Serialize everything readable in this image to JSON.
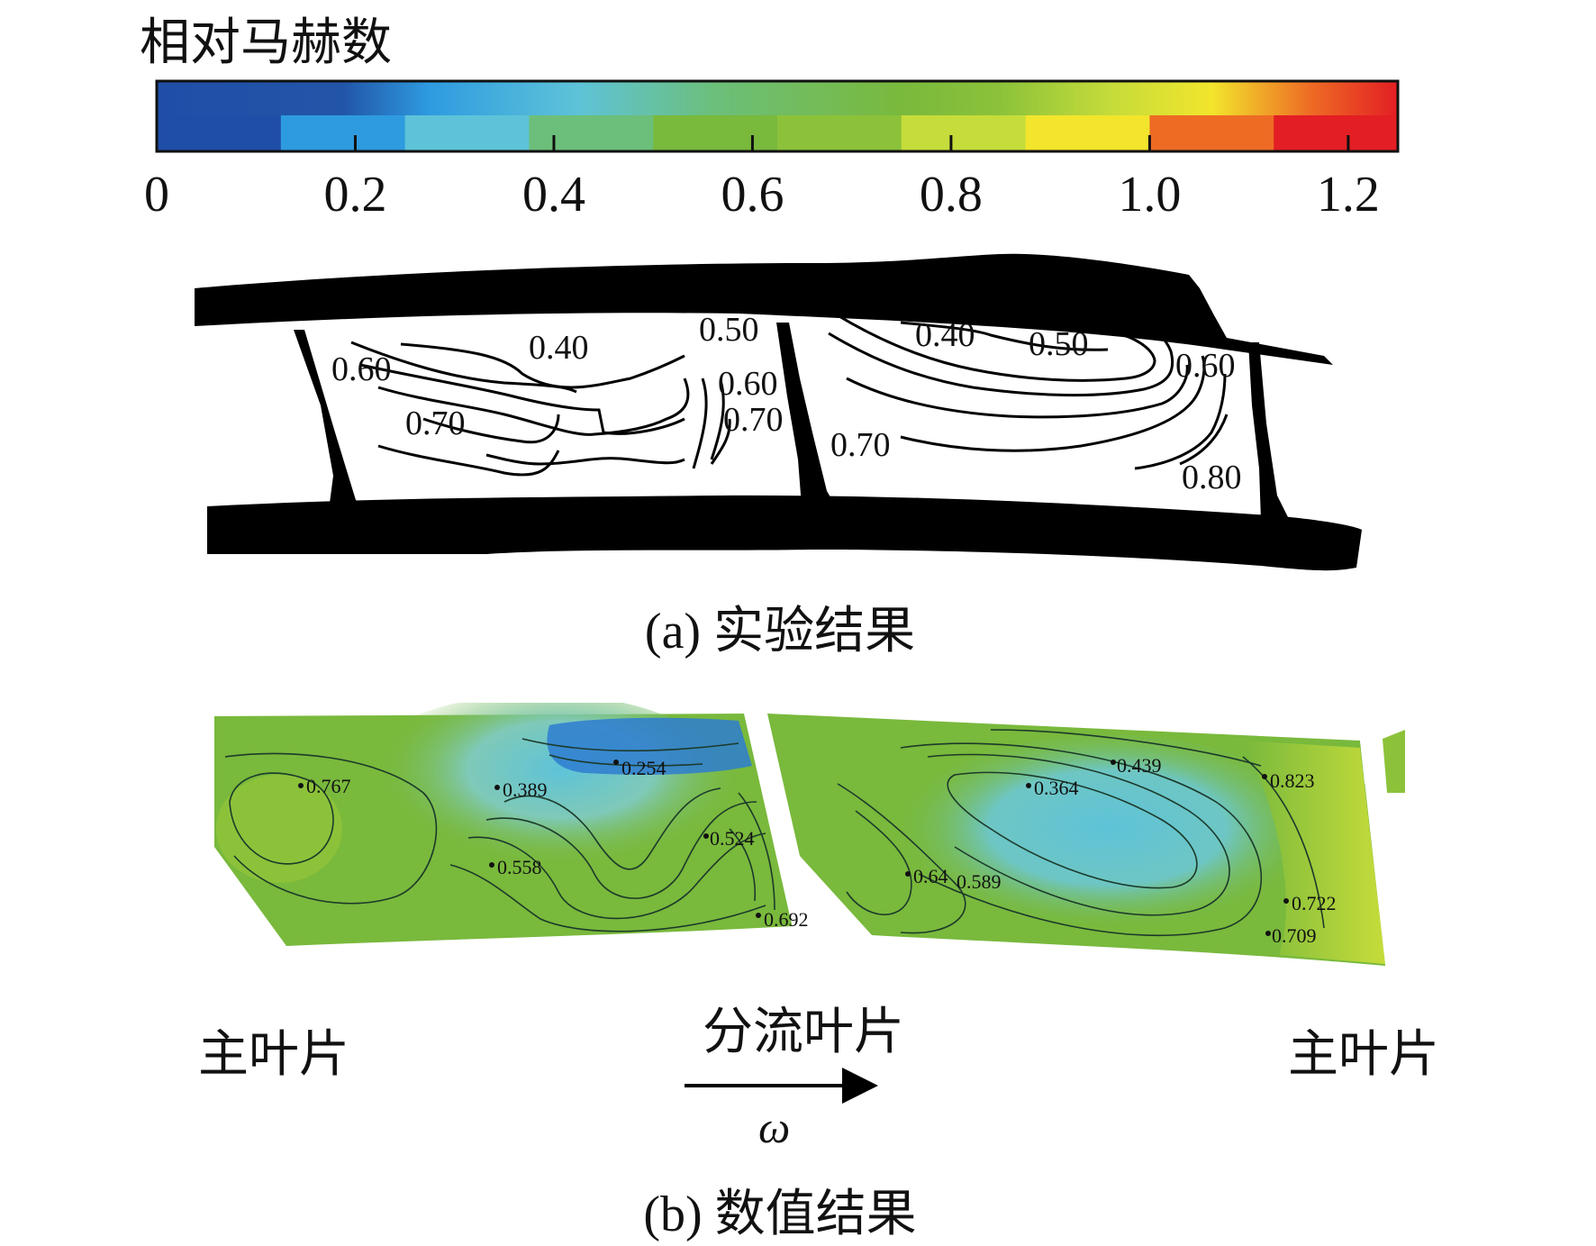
{
  "colorbar": {
    "title": "相对马赫数",
    "ticks": [
      "0",
      "0.2",
      "0.4",
      "0.6",
      "0.8",
      "1.0",
      "1.2"
    ],
    "tick_values": [
      0,
      0.2,
      0.4,
      0.6,
      0.8,
      1.0,
      1.2
    ],
    "range": [
      0,
      1.25
    ],
    "colors": [
      "#1f4ea8",
      "#2e9be0",
      "#5ec3d8",
      "#6cbf7a",
      "#79b93c",
      "#8cc23a",
      "#c6dc3a",
      "#f2e52c",
      "#ee6b24",
      "#e31e24"
    ]
  },
  "panel_a": {
    "caption": "(a) 实验结果",
    "contour_labels": [
      "0.40",
      "0.50",
      "0.60",
      "0.60",
      "0.70",
      "0.70",
      "0.40",
      "0.50",
      "0.60",
      "0.70",
      "0.80"
    ]
  },
  "panel_b": {
    "caption": "(b) 数值结果",
    "probe_labels": [
      "0.767",
      "0.389",
      "0.254",
      "0.524",
      "0.558",
      "0.692",
      "0.364",
      "0.439",
      "0.823",
      "0.64",
      "0.589",
      "0.722",
      "0.709"
    ]
  },
  "labels": {
    "main_blade_left": "主叶片",
    "splitter_blade": "分流叶片",
    "main_blade_right": "主叶片",
    "omega": "ω"
  }
}
